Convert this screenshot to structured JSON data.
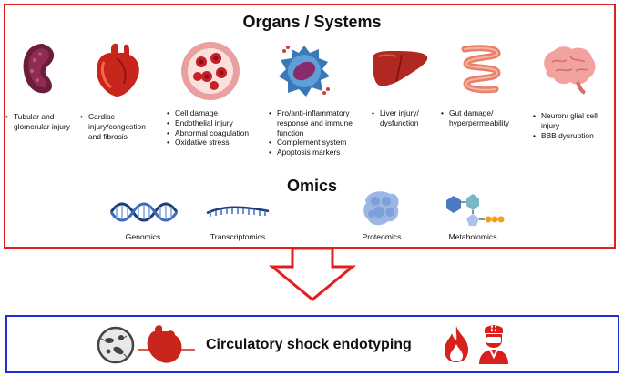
{
  "organs_title": "Organs / Systems",
  "organs": [
    {
      "icon": "kidney-icon",
      "bullets": [
        "Tubular and glomerular injury"
      ]
    },
    {
      "icon": "heart-icon",
      "bullets": [
        "Cardiac injury/congestion and fibrosis"
      ]
    },
    {
      "icon": "blood-vessel-icon",
      "bullets": [
        "Cell damage",
        "Endothelial injury",
        "Abnormal coagulation",
        "Oxidative stress"
      ]
    },
    {
      "icon": "immune-cell-icon",
      "bullets": [
        "Pro/anti-inflammatory response and immune function",
        "Complement system",
        "Apoptosis markers"
      ]
    },
    {
      "icon": "liver-icon",
      "bullets": [
        "Liver injury/ dysfunction"
      ]
    },
    {
      "icon": "intestine-icon",
      "bullets": [
        "Gut damage/ hyperpermeability"
      ]
    },
    {
      "icon": "brain-icon",
      "bullets": [
        "Neuron/ glial cell injury",
        "BBB dysruption"
      ]
    }
  ],
  "omics_title": "Omics",
  "omics": [
    {
      "icon": "dna-helix-icon",
      "label": "Genomics"
    },
    {
      "icon": "rna-strand-icon",
      "label": "Transcriptomics"
    },
    {
      "icon": "protein-icon",
      "label": "Proteomics"
    },
    {
      "icon": "metabolite-icon",
      "label": "Metabolomics"
    }
  ],
  "final_title": "Circulatory shock endotyping",
  "final_icons": [
    "microbe-dish-icon",
    "heart-ecg-icon",
    "fire-icon",
    "doctor-icon"
  ],
  "colors": {
    "top_border": "#e02020",
    "bottom_border": "#1c2fd6",
    "arrow": "#e02020",
    "organ_red": "#d42a1f",
    "dna_blue": "#2a4a8a"
  }
}
